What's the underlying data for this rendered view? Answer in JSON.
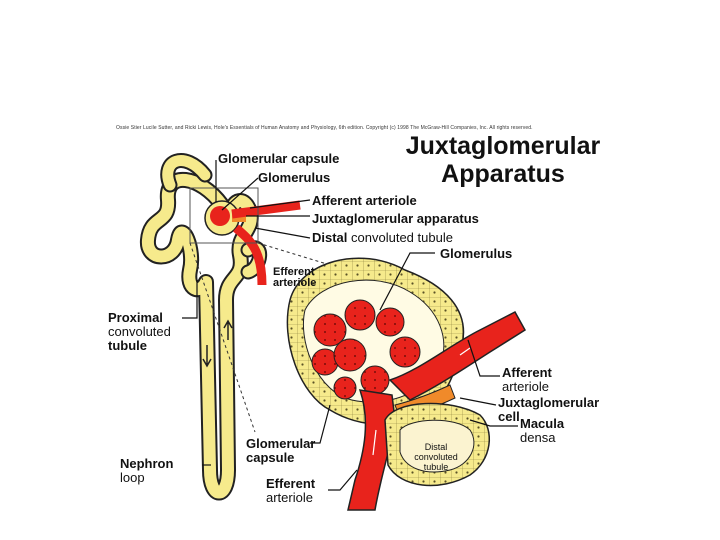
{
  "copyright": "Ossie Stier Lucile Sutter, and Ricki Lewis, Hole's Essentials of Human Anatomy and Physiology, 6th edition. Copyright (c) 1998 The McGraw-Hill Companies, Inc. All rights reserved.",
  "title": {
    "line1": "Juxtaglomerular",
    "line2": "Apparatus"
  },
  "labels": {
    "glomerular_capsule_top": "Glomerular capsule",
    "glomerulus_top": "Glomerulus",
    "afferent_arteriole_top": "Afferent arteriole",
    "juxtaglomerular_apparatus": "Juxtaglomerular apparatus",
    "distal_tubule_bold": "Distal",
    "distal_tubule_rest": "convoluted tubule",
    "glomerulus_right": "Glomerulus",
    "efferent_small_1": "Efferent",
    "efferent_small_2": "arteriole",
    "proximal_1": "Proximal",
    "proximal_2": "convoluted",
    "proximal_3": "tubule",
    "afferent_right_1": "Afferent",
    "afferent_right_2": "arteriole",
    "juxta_cell_1": "Juxtaglomerular",
    "juxta_cell_2": "cell",
    "macula_1": "Macula",
    "macula_2": "densa",
    "glomerular_capsule_bottom_1": "Glomerular",
    "glomerular_capsule_bottom_2": "capsule",
    "nephron_1": "Nephron",
    "nephron_2": "loop",
    "efferent_bottom_1": "Efferent",
    "efferent_bottom_2": "arteriole",
    "distal_inner_1": "Distal",
    "distal_inner_2": "convoluted",
    "distal_inner_3": "tubule"
  },
  "colors": {
    "tubule_fill": "#f6ea8c",
    "tubule_outline": "#222222",
    "vessel_red": "#e8231c",
    "vessel_dark": "#b3120d",
    "juxta_orange": "#f08a2a",
    "macula_cream": "#fbf3d0"
  }
}
